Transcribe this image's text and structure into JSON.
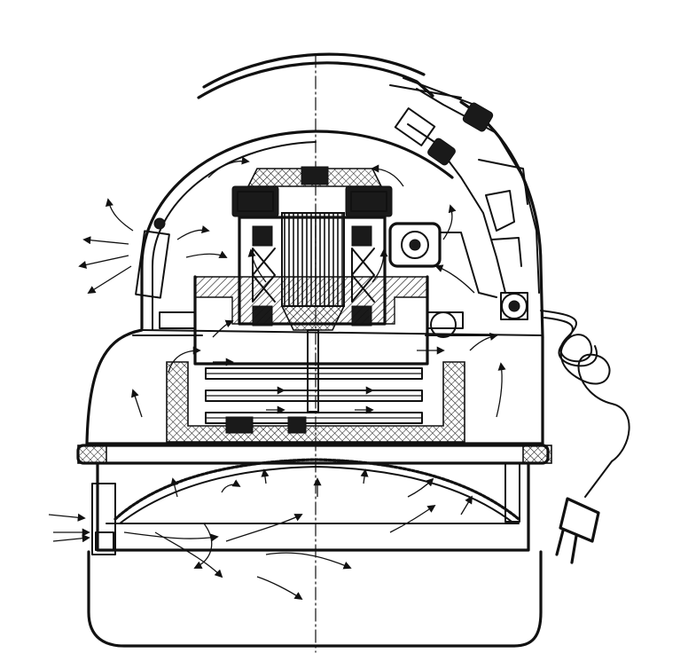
{
  "figure": {
    "subject": "vacuum-cleaner-cross-section",
    "style": "black-and-white technical line drawing",
    "ink_color": "#111111",
    "paper_color": "#ffffff"
  },
  "parts": [
    "handle",
    "dome-housing",
    "electric-motor",
    "armature",
    "field-windings",
    "brush-holders",
    "capacitor",
    "switch-assembly",
    "fan-impellers",
    "filter-chamber",
    "dust-filter-bag",
    "inlet-port",
    "lower-dust-container",
    "power-cord",
    "plug"
  ],
  "airflow_arrows": {
    "count": 40,
    "directions": [
      "inlet",
      "through-filter",
      "through-fan",
      "exhaust"
    ]
  }
}
